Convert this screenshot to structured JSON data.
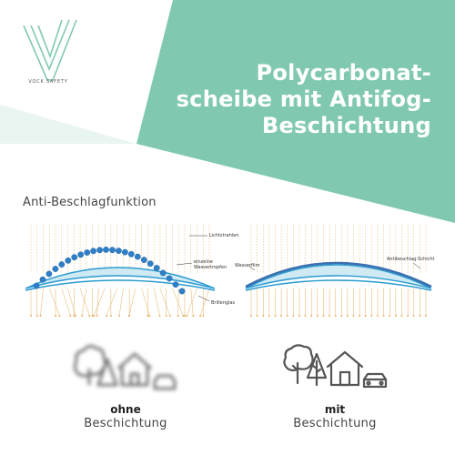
{
  "brand": {
    "name": "VOCK SAFETY"
  },
  "headline": {
    "line1": "Polycarbonat-",
    "line2": "scheibe mit Antifog-",
    "line3": "Beschichtung"
  },
  "section": {
    "title": "Anti-Beschlagfunktion"
  },
  "diagram": {
    "left": {
      "label_light": "Lichtstrahlen",
      "label_drops_1": "einzelne",
      "label_drops_2": "Wassertropfen",
      "label_lens": "Brillenglas"
    },
    "right": {
      "label_film": "Wasserfilm",
      "label_layer": "Antibeschlag-Schicht"
    }
  },
  "comparison": {
    "left": {
      "bold": "ohne",
      "normal": "Beschichtung"
    },
    "right": {
      "bold": "mit",
      "normal": "Beschichtung"
    }
  },
  "colors": {
    "mint": "#80c9b0",
    "mint_light": "#e9f5f0",
    "lens_blue": "#2a9bd0",
    "drop_blue": "#2f7fc8",
    "ray_orange": "#e6b060",
    "icon_gray": "#555555"
  },
  "icons": {
    "left": [
      "tree-icon",
      "house-icon",
      "car-icon"
    ],
    "right": [
      "tree-icon",
      "house-icon",
      "car-icon"
    ]
  }
}
